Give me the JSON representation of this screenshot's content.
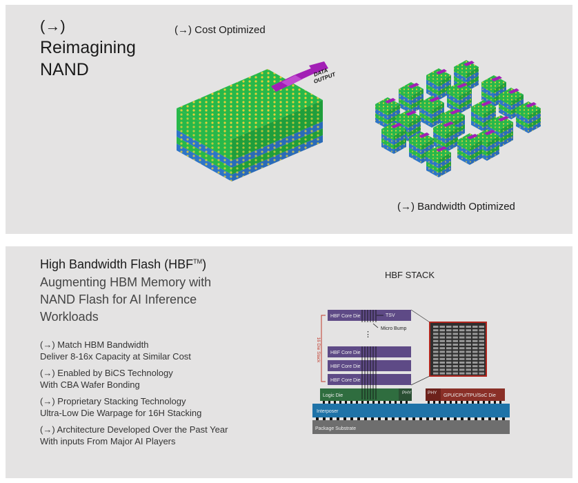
{
  "top_panel": {
    "arrow": "(→)",
    "title_line1": "Reimagining",
    "title_line2": "NAND",
    "cost_label": "(→) Cost Optimized",
    "bandwidth_label": "(→) Bandwidth Optimized",
    "data_output_line1": "DATA",
    "data_output_line2": "OUTPUT"
  },
  "bottom_panel": {
    "heading": "High Bandwidth Flash (HBF",
    "heading_tm": "TM",
    "heading_close": ")",
    "subtitle_line1": "Augmenting HBM Memory with",
    "subtitle_line2": "NAND Flash for AI Inference",
    "subtitle_line3": "Workloads",
    "bullets": [
      {
        "line1": "(→) Match HBM Bandwidth",
        "line2": "Deliver 8-16x Capacity at Similar Cost"
      },
      {
        "line1": "(→) Enabled by BiCS Technology",
        "line2": "With CBA Wafer Bonding"
      },
      {
        "line1": "(→) Proprietary Stacking Technology",
        "line2": "Ultra-Low Die Warpage for 16H Stacking"
      },
      {
        "line1": "(→) Architecture Developed Over the Past Year",
        "line2": "With inputs From Major AI Players"
      }
    ]
  },
  "hbf_stack": {
    "title": "HBF STACK",
    "core_die": "HBF Core Die",
    "tsv": "TSV",
    "micro_bump": "Micro Bump",
    "die_stack": "16 Die Stack",
    "logic_die": "Logic Die",
    "phy": "PHY",
    "gpu_die": "GPU/CPU/TPU/SoC Die",
    "interposer": "Interposer",
    "package_substrate": "Package Substrate",
    "dots": "⋮"
  },
  "colors": {
    "panel_bg": "#e4e3e3",
    "nand_green": "#27b84a",
    "nand_blue": "#2d75c8",
    "nand_yellow": "#e8cf3a",
    "data_output_purple": "#a21fb5",
    "core_die_purple": "#5e4a86",
    "logic_die_green": "#2f6d3f",
    "gpu_die_red": "#8a2f27",
    "interposer_blue": "#1f73a8",
    "substrate_gray": "#6e6e6e",
    "die_stack_red": "#c0392b"
  }
}
